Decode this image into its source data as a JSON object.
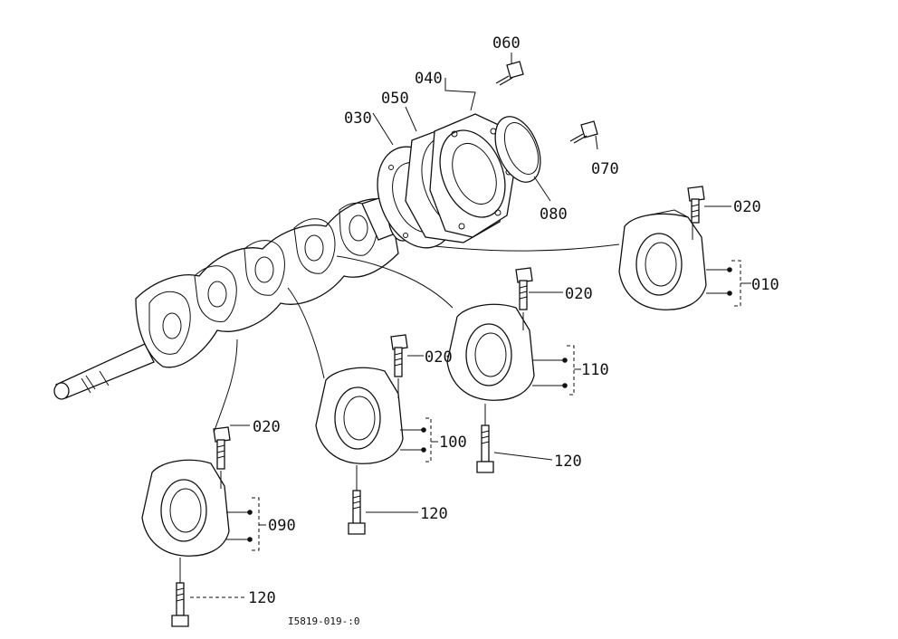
{
  "diagram": {
    "callouts": {
      "c060": "060",
      "c040": "040",
      "c050": "050",
      "c030": "030",
      "c070": "070",
      "c080": "080",
      "c020_a": "020",
      "c010": "010",
      "c020_b": "020",
      "c110": "110",
      "c020_c": "020",
      "c100": "100",
      "c120_a": "120",
      "c020_d": "020",
      "c090": "090",
      "c120_b": "120",
      "c120_c": "120"
    },
    "drawing_code": "I5819-019-:0"
  }
}
